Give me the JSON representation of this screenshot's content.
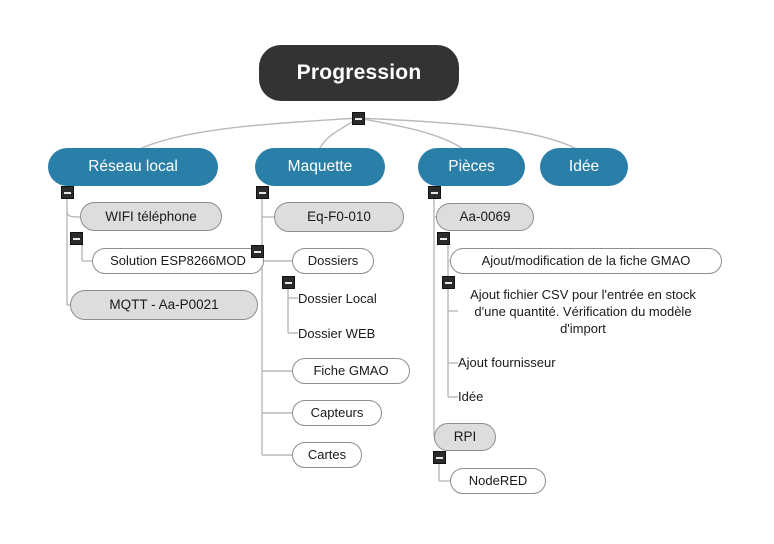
{
  "app": {
    "type": "mind-map",
    "background_color": "#ffffff"
  },
  "colors": {
    "root_fill": "#333333",
    "root_text": "#ffffff",
    "branch_fill": "#2a7fa8",
    "branch_text": "#ffffff",
    "gray_fill": "#dddddd",
    "white_fill": "#ffffff",
    "node_border": "#8d8d8d",
    "text": "#1a1a1a",
    "connector": "#b9b9b9",
    "collapse_fill": "#2b2b2b",
    "collapse_glyph": "#e8e8e8"
  },
  "root": {
    "label": "Progression"
  },
  "branches": [
    {
      "label": "Réseau local",
      "children": [
        {
          "label": "WIFI téléphone",
          "style": "gray"
        },
        {
          "label": "Solution ESP8266MOD",
          "style": "white"
        },
        {
          "label": "MQTT - Aa-P0021",
          "style": "gray"
        }
      ]
    },
    {
      "label": "Maquette",
      "children": [
        {
          "label": "Eq-F0-010",
          "style": "gray"
        },
        {
          "label": "Dossiers",
          "style": "white"
        },
        {
          "label": "Dossier Local",
          "style": "plain"
        },
        {
          "label": "Dossier WEB",
          "style": "plain"
        },
        {
          "label": "Fiche GMAO",
          "style": "white"
        },
        {
          "label": "Capteurs",
          "style": "white"
        },
        {
          "label": "Cartes",
          "style": "white"
        }
      ]
    },
    {
      "label": "Pièces",
      "children": [
        {
          "label": "Aa-0069",
          "style": "gray"
        },
        {
          "label": "Ajout/modification de la fiche GMAO",
          "style": "white"
        },
        {
          "label": "Ajout fichier CSV pour l'entrée en stock d'une quantité. Vérification du modèle d'import",
          "style": "plain"
        },
        {
          "label": "Ajout fournisseur",
          "style": "plain"
        },
        {
          "label": "Idée",
          "style": "plain"
        },
        {
          "label": "RPI",
          "style": "gray"
        },
        {
          "label": "NodeRED",
          "style": "white"
        }
      ]
    },
    {
      "label": "Idée",
      "children": []
    }
  ],
  "collapse_buttons": [
    {
      "owner": "Progression"
    },
    {
      "owner": "Réseau local"
    },
    {
      "owner": "WIFI téléphone"
    },
    {
      "owner": "Maquette"
    },
    {
      "owner": "Eq-F0-010"
    },
    {
      "owner": "Dossiers"
    },
    {
      "owner": "Pièces"
    },
    {
      "owner": "Aa-0069"
    },
    {
      "owner": "Ajout/modification de la fiche GMAO"
    },
    {
      "owner": "RPI"
    }
  ]
}
